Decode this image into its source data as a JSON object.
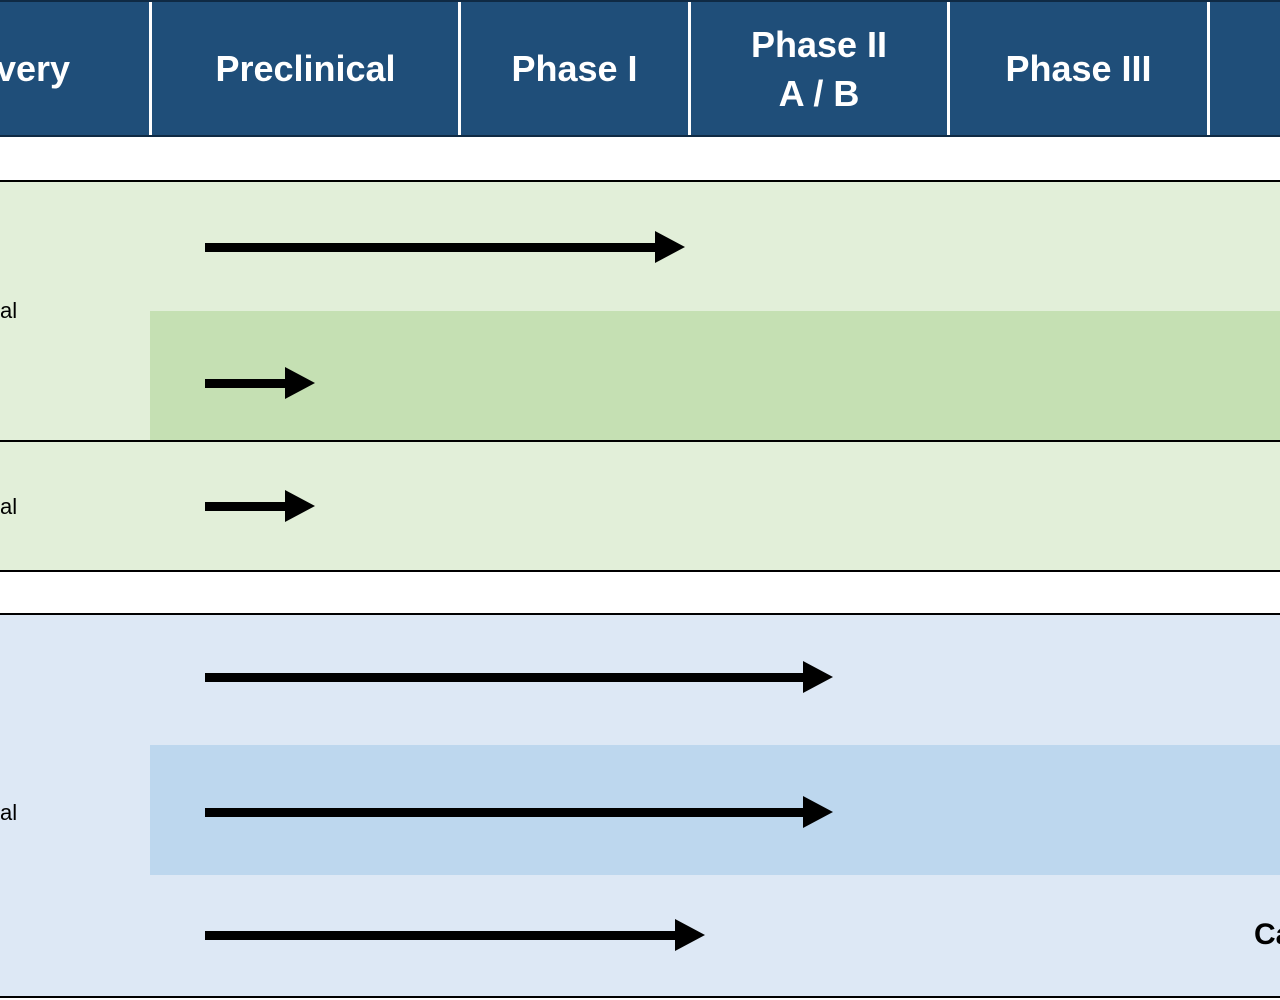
{
  "header": {
    "columns": [
      {
        "label": "very"
      },
      {
        "label": "Preclinical"
      },
      {
        "label": "Phase I"
      },
      {
        "label_line1": "Phase II",
        "label_line2": "A  / B"
      },
      {
        "label": "Phase III"
      },
      {
        "label": ""
      }
    ]
  },
  "rows": {
    "green_group_label": "al",
    "green_single_label": "al",
    "blue_group_label": "al",
    "blue_clipped_text": "Ca"
  },
  "colors": {
    "header_bg": "#1f4e79",
    "green_light": "#e2efd9",
    "green_dark": "#c5e0b3",
    "blue_light": "#dde8f5",
    "blue_dark": "#bdd7ee",
    "arrow": "#000000"
  }
}
